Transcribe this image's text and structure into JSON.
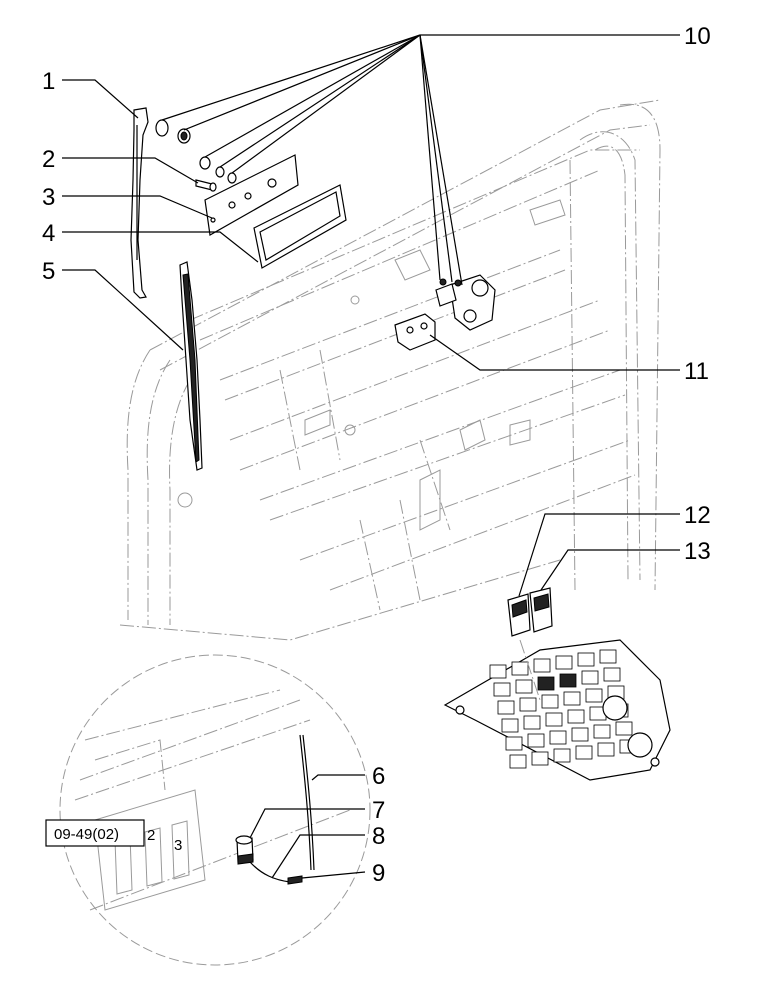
{
  "callouts": [
    "1",
    "2",
    "3",
    "4",
    "5",
    "6",
    "7",
    "8",
    "9",
    "10",
    "11",
    "12",
    "13"
  ],
  "reference_box": "09-49(02)",
  "detail_panel_numbers": [
    "2",
    "3"
  ]
}
